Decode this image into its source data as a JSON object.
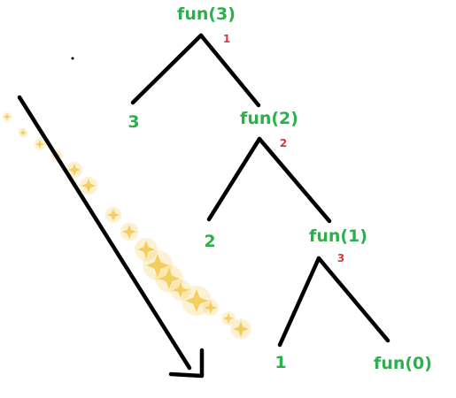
{
  "nodes": {
    "root": "fun(3)",
    "root_left": "3",
    "fun2": "fun(2)",
    "fun2_left": "2",
    "fun1": "fun(1)",
    "fun1_left": "1",
    "fun0": "fun(0)"
  },
  "steps": {
    "s1": "1",
    "s2": "2",
    "s3": "3"
  },
  "colors": {
    "node_text": "#2db04b",
    "step_text": "#d9363e",
    "lines": "#000000",
    "sparkle": "#f2c94c"
  }
}
